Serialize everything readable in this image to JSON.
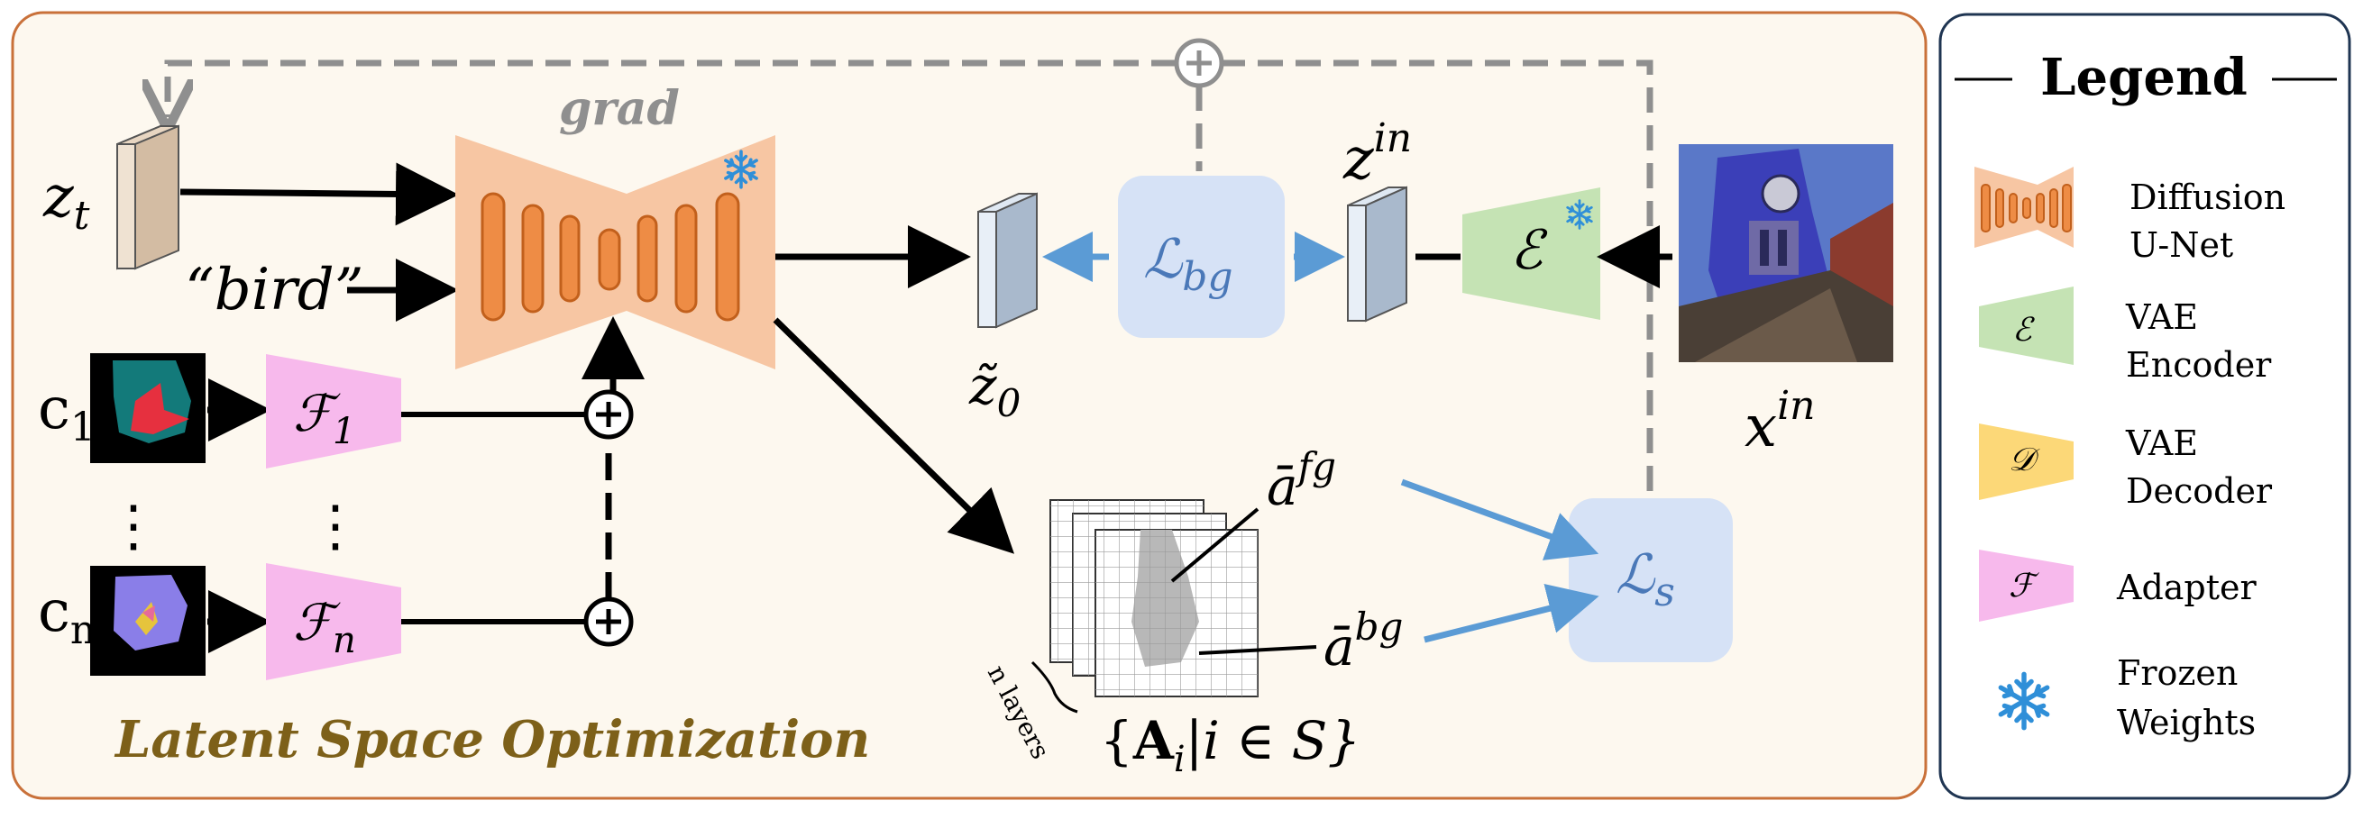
{
  "main_panel": {
    "title": "Latent Space Optimization",
    "grad_label": "grad",
    "z_t": "z",
    "z_t_sub": "t",
    "prompt": "“bird”",
    "cond_1": "c",
    "cond_1_sub": "1",
    "cond_n": "c",
    "cond_n_sub": "n",
    "adapter_1": "ℱ",
    "adapter_1_sub": "1",
    "adapter_n": "ℱ",
    "adapter_n_sub": "n",
    "z0_tilde": "z̃",
    "z0_sub": "0",
    "loss_bg": "ℒ",
    "loss_bg_sub": "bg",
    "z_in": "z",
    "z_in_sup": "in",
    "encoder_symbol": "ℰ",
    "x_in": "x",
    "x_in_sup": "in",
    "a_fg": "ā",
    "a_fg_sup": "fg",
    "a_bg": "ā",
    "a_bg_sup": "bg",
    "loss_s": "ℒ",
    "loss_s_sub": "s",
    "n_layers": "n layers",
    "attn_set_open": "{",
    "attn_set_A": "A",
    "attn_set_i": "i",
    "attn_set_rest": "|i ∈ S}",
    "vertical_dots": "⋮"
  },
  "legend": {
    "title": "Legend",
    "items": [
      {
        "icon": "unet-icon",
        "line1": "Diffusion",
        "line2": "U-Net"
      },
      {
        "icon": "vae-encoder-icon",
        "symbol": "ℰ",
        "line1": "VAE",
        "line2": "Encoder"
      },
      {
        "icon": "vae-decoder-icon",
        "symbol": "𝒟",
        "line1": "VAE",
        "line2": "Decoder"
      },
      {
        "icon": "adapter-icon",
        "symbol": "ℱ",
        "line1": "Adapter",
        "line2": ""
      },
      {
        "icon": "snowflake-icon",
        "line1": "Frozen",
        "line2": "Weights"
      }
    ]
  },
  "colors": {
    "panel_bg": "#fdf8ef",
    "panel_border": "#c9713a",
    "legend_border": "#1f3552",
    "unet_fill": "#f7c6a3",
    "unet_bar": "#ee8c45",
    "unet_bar_stroke": "#c2601c",
    "encoder_fill": "#c5e3b4",
    "decoder_fill": "#fcd878",
    "adapter_fill": "#f7b9ec",
    "loss_fill": "#d6e2f6",
    "loss_text": "#4a78b8",
    "blue_arrow": "#5b9bd5",
    "dashed_gray": "#8f8f8f",
    "title_text": "#7d6019",
    "snowflake": "#2f8fd8"
  }
}
